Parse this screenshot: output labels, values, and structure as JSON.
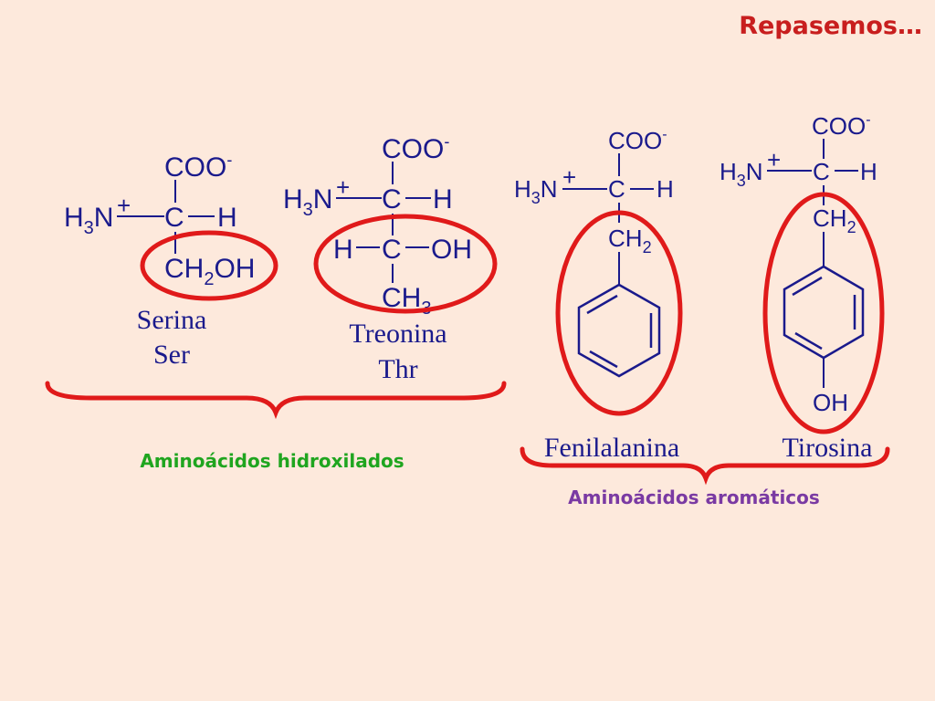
{
  "slide": {
    "title": "Repasemos…",
    "colors": {
      "background": "#fde9dc",
      "structure": "#1a1a8c",
      "highlight": "#e01a1a",
      "title": "#c81e1e",
      "hydroxylated_group": "#1fa51f",
      "aromatic_group": "#7a3aa3"
    }
  },
  "molecules": {
    "serina": {
      "carboxylate": "COO",
      "charge_neg": "-",
      "amine": "H3N",
      "charge_pos": "+",
      "alpha_c": "C",
      "h": "H",
      "side_chain": "CH2OH",
      "name": "Serina",
      "abbr": "Ser"
    },
    "treonina": {
      "carboxylate": "COO",
      "charge_neg": "-",
      "amine": "H3N",
      "charge_pos": "+",
      "alpha_c": "C",
      "h": "H",
      "beta_h": "H",
      "beta_c": "C",
      "oh": "OH",
      "methyl": "CH3",
      "name": "Treonina",
      "abbr": "Thr"
    },
    "fenilalanina": {
      "carboxylate": "COO",
      "charge_neg": "-",
      "amine": "H3N",
      "charge_pos": "+",
      "alpha_c": "C",
      "h": "H",
      "ch2": "CH2",
      "name": "Fenilalanina"
    },
    "tirosina": {
      "carboxylate": "COO",
      "charge_neg": "-",
      "amine": "H3N",
      "charge_pos": "+",
      "alpha_c": "C",
      "h": "H",
      "ch2": "CH2",
      "oh": "OH",
      "name": "Tirosina"
    }
  },
  "groups": {
    "hydroxylated": "Aminoácidos hidroxilados",
    "aromatic": "Aminoácidos aromáticos"
  }
}
